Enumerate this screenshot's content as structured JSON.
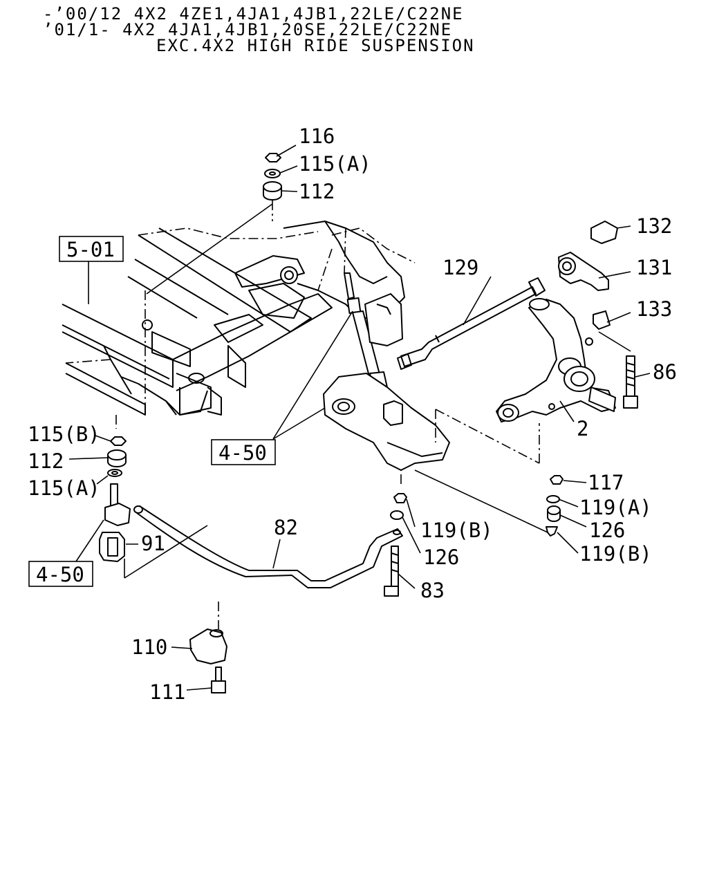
{
  "header": {
    "line1": "-’00/12  4X2  4ZE1,4JA1,4JB1,22LE/C22NE",
    "line2": "’01/1-   4X2  4JA1,4JB1,20SE,22LE/C22NE",
    "line3": "EXC.4X2 HIGH RIDE SUSPENSION"
  },
  "refs": {
    "r501": "5-01",
    "r450_mid": "4-50",
    "r450_left": "4-50"
  },
  "labels": {
    "p116": "116",
    "p115a_top": "115(A)",
    "p112_top": "112",
    "p132": "132",
    "p131": "131",
    "p129": "129",
    "p133": "133",
    "p86": "86",
    "p2": "2",
    "p115b": "115(B)",
    "p112_mid": "112",
    "p115a_mid": "115(A)",
    "p91": "91",
    "p82": "82",
    "p117": "117",
    "p119a": "119(A)",
    "p126_right": "126",
    "p119b_right": "119(B)",
    "p119b_mid": "119(B)",
    "p126_mid": "126",
    "p83": "83",
    "p110": "110",
    "p111": "111"
  }
}
